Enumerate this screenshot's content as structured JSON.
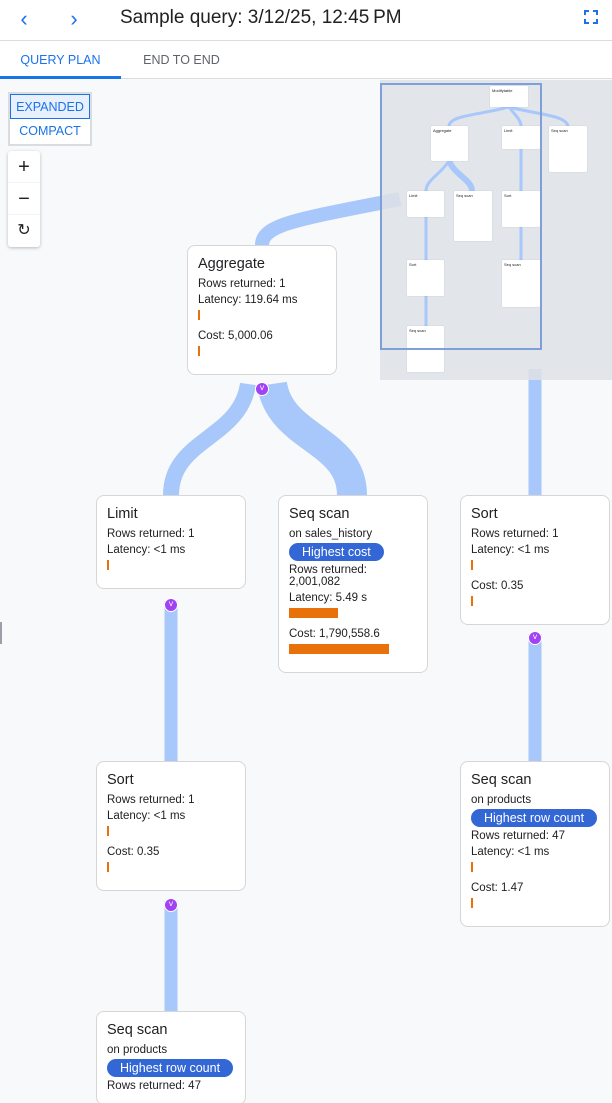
{
  "header": {
    "title": "Sample query: 3/12/25, 12:45 PM",
    "back_icon": "chevron-left-icon",
    "forward_icon": "chevron-right-icon",
    "fullscreen_icon": "fullscreen-icon"
  },
  "tabs": [
    {
      "label": "QUERY PLAN",
      "active": true
    },
    {
      "label": "END TO END",
      "active": false
    }
  ],
  "view_toggle": {
    "expanded": "EXPANDED",
    "compact": "COMPACT",
    "selected": "EXPANDED"
  },
  "zoom_controls": {
    "zoom_in": "+",
    "zoom_out": "−",
    "reset": "↻"
  },
  "colors": {
    "accent": "#1a73e8",
    "badge": "#3367d6",
    "bar": "#e8710a",
    "edge": "#a8c7fa",
    "expand": "#a142f4"
  },
  "nodes": [
    {
      "title": "Aggregate",
      "rows": "Rows returned: 1",
      "latency": "Latency: 119.64 ms",
      "latency_bar": 0.02,
      "cost": "Cost: 5,000.06",
      "cost_bar": 0.02
    },
    {
      "title": "Limit",
      "rows": "Rows returned: 1",
      "latency": "Latency: <1 ms",
      "latency_bar": 0.02
    },
    {
      "title": "Seq scan",
      "on": "on sales_history",
      "badge": "Highest cost",
      "rows": "Rows returned: 2,001,082",
      "latency": "Latency: 5.49 s",
      "latency_bar": 0.49,
      "cost": "Cost: 1,790,558.6",
      "cost_bar": 1.0
    },
    {
      "title": "Sort",
      "rows": "Rows returned: 1",
      "latency": "Latency: <1 ms",
      "latency_bar": 0.02,
      "cost": "Cost: 0.35",
      "cost_bar": 0.02
    },
    {
      "title": "Sort",
      "rows": "Rows returned: 1",
      "latency": "Latency: <1 ms",
      "latency_bar": 0.02,
      "cost": "Cost: 0.35",
      "cost_bar": 0.02
    },
    {
      "title": "Seq scan",
      "on": "on products",
      "badge": "Highest row count",
      "rows": "Rows returned: 47",
      "latency": "Latency: <1 ms",
      "latency_bar": 0.02,
      "cost": "Cost: 1.47",
      "cost_bar": 0.02
    },
    {
      "title": "Seq scan",
      "on": "on products",
      "badge": "Highest row count",
      "rows": "Rows returned: 47"
    }
  ],
  "minimap": {
    "nodes": [
      "Modifytable",
      "Aggregate",
      "Limit",
      "Seq scan",
      "Limit",
      "Seq scan",
      "Sort",
      "Sort",
      "Seq scan",
      "Seq scan"
    ]
  }
}
